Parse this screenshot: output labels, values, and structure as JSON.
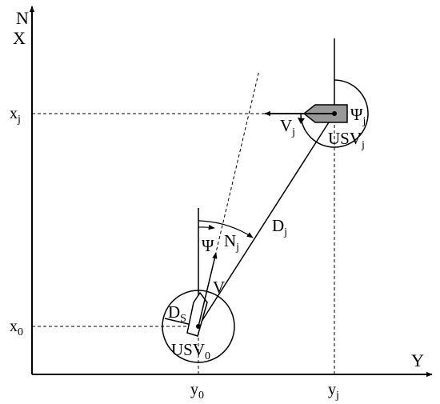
{
  "axes": {
    "north_label": "N",
    "x_axis_label": "X",
    "y_axis_label": "Y"
  },
  "ticks": {
    "xj_main": "x",
    "xj_sub": "j",
    "x0_main": "x",
    "x0_sub": "0",
    "y0_main": "y",
    "y0_sub": "0",
    "yj_main": "y",
    "yj_sub": "j"
  },
  "usv_j": {
    "name_main": "USV",
    "name_sub": "j",
    "heading_main": "Ψ",
    "heading_sub": "j",
    "velocity_main": "V",
    "velocity_sub": "j",
    "hull_color": "#999999"
  },
  "usv_0": {
    "name_main": "USV",
    "name_sub": "0",
    "heading": "Ψ",
    "velocity": "V",
    "safety_main": "D",
    "safety_sub": "S"
  },
  "relation": {
    "distance_main": "D",
    "distance_sub": "j",
    "bearing_main": "N",
    "bearing_sub": "j"
  }
}
